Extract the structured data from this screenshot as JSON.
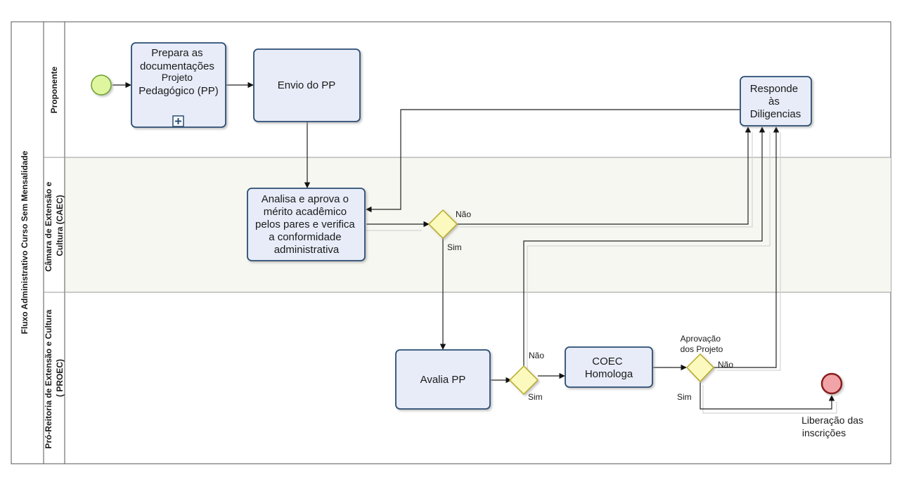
{
  "pool": {
    "title": "Fluxo Administrativo Curso Sem Mensalidade"
  },
  "lanes": [
    {
      "id": "proponente",
      "lines": [
        "Proponente"
      ]
    },
    {
      "id": "caec",
      "lines": [
        "Câmara de Extensão e",
        "Cultura (CAEC)"
      ]
    },
    {
      "id": "proec",
      "lines": [
        "Pró-Reitoria de Extensão e Cultura",
        "( PROEC)"
      ]
    }
  ],
  "tasks": {
    "prepara": [
      "Prepara as",
      "documentações",
      "Projeto",
      "Pedagógico (PP)"
    ],
    "envio": [
      "Envio do PP"
    ],
    "responde": [
      "Responde",
      "às",
      "Diligencias"
    ],
    "analisa": [
      "Analisa e aprova o",
      "mérito acadêmico",
      "pelos pares e verifica",
      "a conformidade",
      "administrativa"
    ],
    "avalia": [
      "Avalia PP"
    ],
    "coec": [
      "COEC",
      "Homologa"
    ]
  },
  "gateways": {
    "g1": {
      "yes": "Sim",
      "no": "Não"
    },
    "g2": {
      "yes": "Sim",
      "no": "Não"
    },
    "g3": {
      "title": [
        "Aprovação",
        "dos Projeto"
      ],
      "yes": "Sim",
      "no": "Não"
    }
  },
  "end_event": {
    "label": [
      "Liberação das",
      "inscrições"
    ]
  },
  "colors": {
    "task_fill": "#e7ecf8",
    "task_stroke": "#2a4d73",
    "start_fill": "#dff5a0",
    "start_stroke": "#6aa02c",
    "end_fill": "#f0a4a8",
    "end_stroke": "#8b1a1f",
    "gateway_fill": "#fbf9be",
    "gateway_stroke": "#b8ab22",
    "lane_shaded": "#f7f7f1"
  }
}
